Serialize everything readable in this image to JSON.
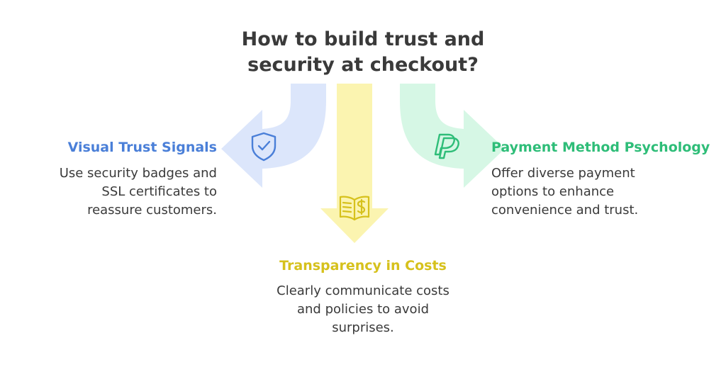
{
  "title": {
    "line1": "How to build trust and",
    "line2": "security at checkout?"
  },
  "branches": {
    "left": {
      "heading": "Visual Trust Signals",
      "desc_lines": [
        "Use security badges and",
        "SSL certificates to",
        "reassure customers."
      ],
      "icon": "shield-check-icon",
      "color": "#4a7fd8",
      "arrow_fill": "#dce6fb"
    },
    "center": {
      "heading": "Transparency in Costs",
      "desc_lines": [
        "Clearly communicate costs",
        "and policies to avoid",
        "surprises."
      ],
      "icon": "book-dollar-icon",
      "color": "#d6c11c",
      "arrow_fill": "#fbf4b0"
    },
    "right": {
      "heading": "Payment Method Psychology",
      "desc_lines": [
        "Offer diverse payment",
        "options to enhance",
        "convenience and trust."
      ],
      "icon": "paypal-icon",
      "color": "#2ebd78",
      "arrow_fill": "#d6f7e5"
    }
  }
}
